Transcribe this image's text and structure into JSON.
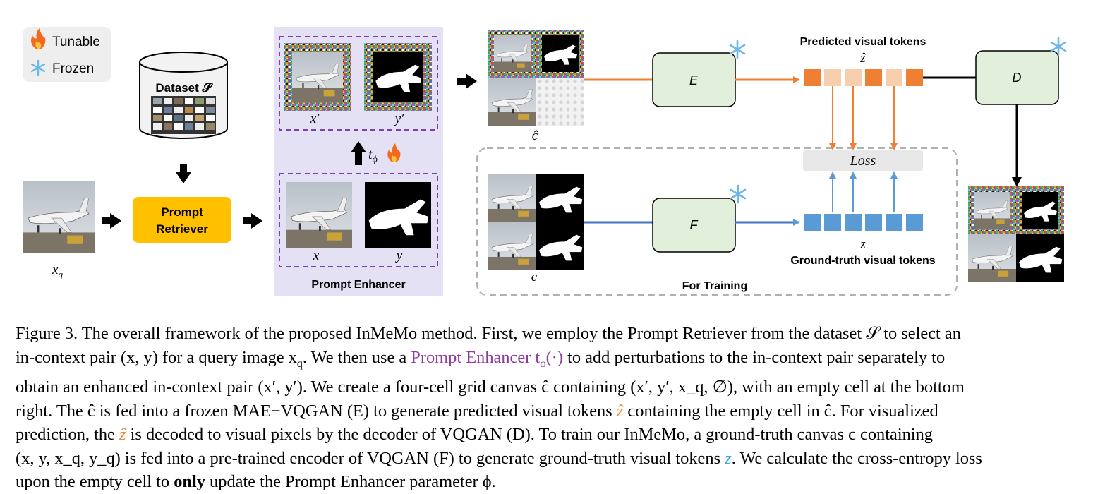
{
  "legend": {
    "tunable_label": "Tunable",
    "frozen_label": "Frozen"
  },
  "dataset": {
    "label": "Dataset 𝓢"
  },
  "query": {
    "label": "x_q"
  },
  "retriever": {
    "label_line1": "Prompt",
    "label_line2": "Retriever"
  },
  "enhancer": {
    "title": "Prompt Enhancer",
    "top_x_label": "x′",
    "top_y_label": "y′",
    "bottom_x_label": "x",
    "bottom_y_label": "y",
    "operator_label": "t_ϕ"
  },
  "canvas": {
    "pred_label": "ĉ",
    "gt_label": "c"
  },
  "encoders": {
    "E": "E",
    "F": "F",
    "D": "D"
  },
  "tokens": {
    "pred_title": "Predicted visual tokens",
    "pred_symbol": "ẑ",
    "gt_title": "Ground-truth visual tokens",
    "gt_symbol": "z",
    "loss_label": "Loss"
  },
  "training": {
    "label": "For Training"
  },
  "colors": {
    "orange": "#ee7f33",
    "orange_light": "#f8cfae",
    "blue": "#5b9bd5",
    "green_box": "#e2efda",
    "enhancer_bg": "#e5e1f5",
    "dashed_purple": "#7a3fb0",
    "retriever_fill": "#ffc000",
    "caption_purple": "#8e3b9e",
    "caption_orange": "#ee8a3a",
    "caption_cyan": "#3aa7d6"
  },
  "caption": {
    "l1": "Figure 3. The overall framework of the proposed InMeMo method. First, we employ the Prompt Retriever from the dataset 𝒮 to select an",
    "l2a": "in-context pair (x, y) for a query image x",
    "l2sub": "q",
    "l2b": ". We then use a ",
    "l2purple": "Prompt Enhancer t",
    "l2purple_sub": "ϕ",
    "l2purple_b": "(·)",
    "l2c": " to add perturbations to the in-context pair separately to",
    "l3": "obtain an enhanced in-context pair (x′, y′). We create a four-cell grid canvas ĉ containing (x′, y′, x_q, ∅), with an empty cell at the bottom",
    "l4a": "right.  The ĉ is fed into a frozen MAE−VQGAN (E) to generate predicted visual tokens ",
    "l4orange": "ẑ",
    "l4b": " containing the empty cell in ĉ.  For visualized",
    "l5a": "prediction, the ",
    "l5orange": "ẑ",
    "l5b": " is decoded to visual pixels by the decoder of VQGAN (D).  To train our InMeMo, a ground-truth canvas c containing",
    "l6a": "(x, y, x_q, y_q) is fed into a pre-trained encoder of VQGAN (F) to generate ground-truth visual tokens ",
    "l6cyan": "z",
    "l6b": ". We calculate the cross-entropy loss",
    "l7a": "upon the empty cell to ",
    "l7bold": "only",
    "l7b": " update the Prompt Enhancer parameter ϕ."
  }
}
